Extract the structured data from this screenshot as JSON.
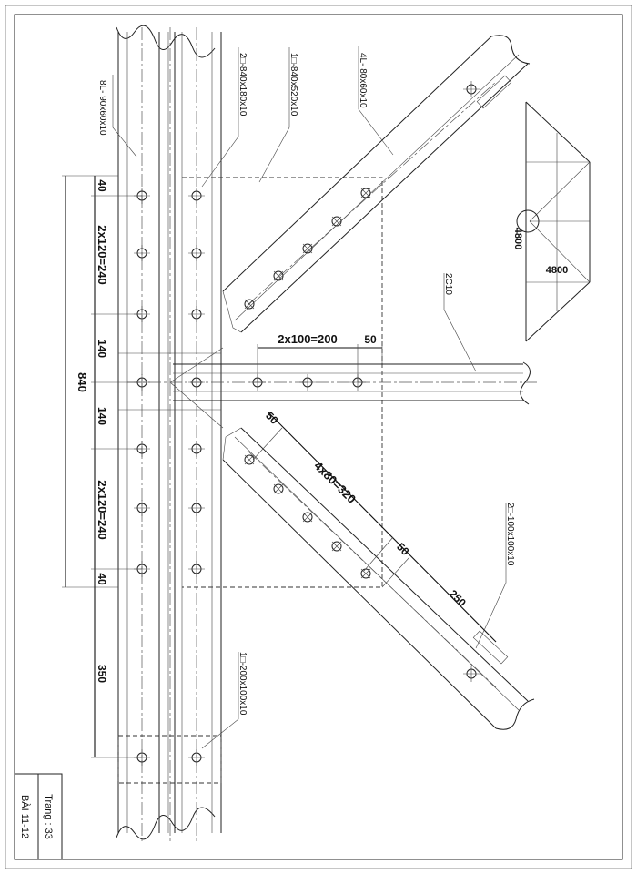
{
  "labels": {
    "bottom_chord": "8L- 90x60x10",
    "splice_plate": "2□-840x180x10",
    "gusset": "1□-840x520x10",
    "diagonal_top": "4L- 80x60x10",
    "vertical": "2C10",
    "filler_plate": "2□-100x100x10",
    "end_plate": "1□-200x100x10"
  },
  "dims": {
    "total": "840",
    "edge_top": "40",
    "spacing_top": "2x120=240",
    "mid_top": "140",
    "mid_bottom": "140",
    "spacing_bottom": "2x120=240",
    "edge_bottom": "40",
    "extra": "350",
    "vert_spacing": "2x100=200",
    "vert_edge": "50",
    "diag_edge_start": "50",
    "diag_spacing": "4x80=320",
    "diag_edge_end": "50",
    "diag_offset": "250"
  },
  "truss": {
    "label_a": "4800",
    "label_b": "4800"
  },
  "title_block": {
    "page": "Trang : 33",
    "exercise": "BÀI 11-12"
  }
}
